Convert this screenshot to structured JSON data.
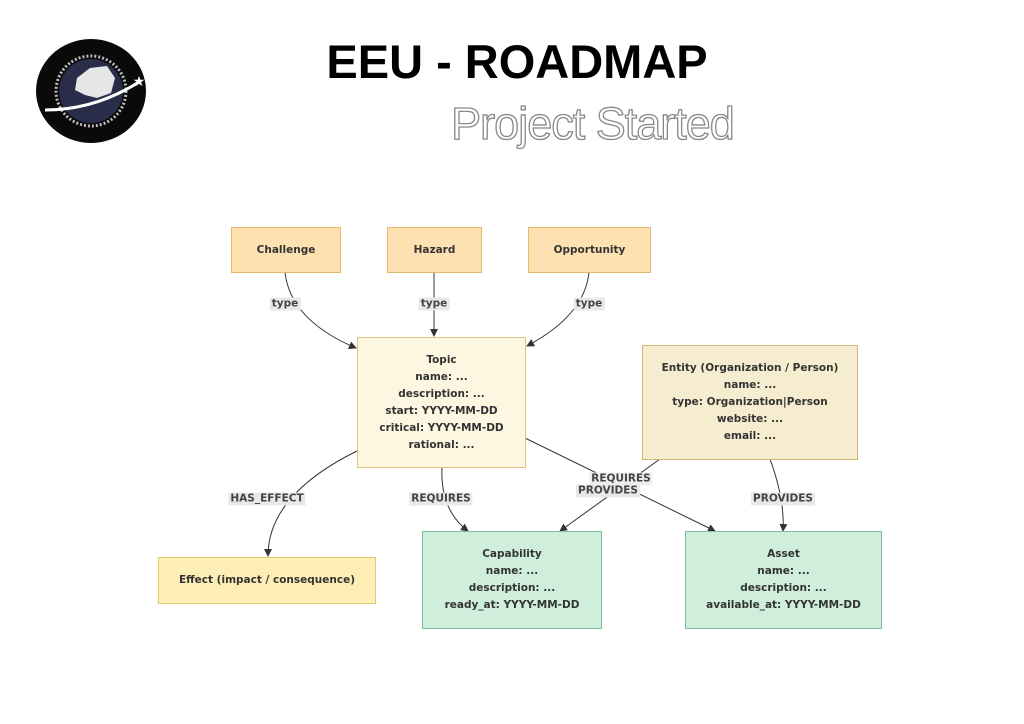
{
  "header": {
    "title": "EEU - ROADMAP",
    "subtitle": "Project Started"
  },
  "nodes": {
    "challenge": {
      "title": "Challenge"
    },
    "hazard": {
      "title": "Hazard"
    },
    "opportunity": {
      "title": "Opportunity"
    },
    "topic": {
      "title": "Topic",
      "fields": [
        "name: ...",
        "description: ...",
        "start: YYYY-MM-DD",
        "critical: YYYY-MM-DD",
        "rational: ..."
      ]
    },
    "entity": {
      "title": "Entity (Organization / Person)",
      "fields": [
        "name: ...",
        "type: Organization|Person",
        "website: ...",
        "email: ..."
      ]
    },
    "effect": {
      "title": "Effect (impact / consequence)"
    },
    "capability": {
      "title": "Capability",
      "fields": [
        "name: ...",
        "description: ...",
        "ready_at: YYYY-MM-DD"
      ]
    },
    "asset": {
      "title": "Asset",
      "fields": [
        "name: ...",
        "description: ...",
        "available_at: YYYY-MM-DD"
      ]
    }
  },
  "edges": {
    "challenge_topic": "type",
    "hazard_topic": "type",
    "opportunity_topic": "type",
    "topic_effect": "HAS_EFFECT",
    "topic_capability": "REQUIRES",
    "topic_asset": "REQUIRES",
    "entity_capability": "PROVIDES",
    "entity_asset": "PROVIDES"
  },
  "colors": {
    "node_orange": "#fde1b0",
    "node_topic": "#fdf6e1",
    "node_entity": "#f6ecd0",
    "node_effect": "#fdeeb5",
    "node_green": "#cfeedb",
    "edge": "#333333"
  }
}
